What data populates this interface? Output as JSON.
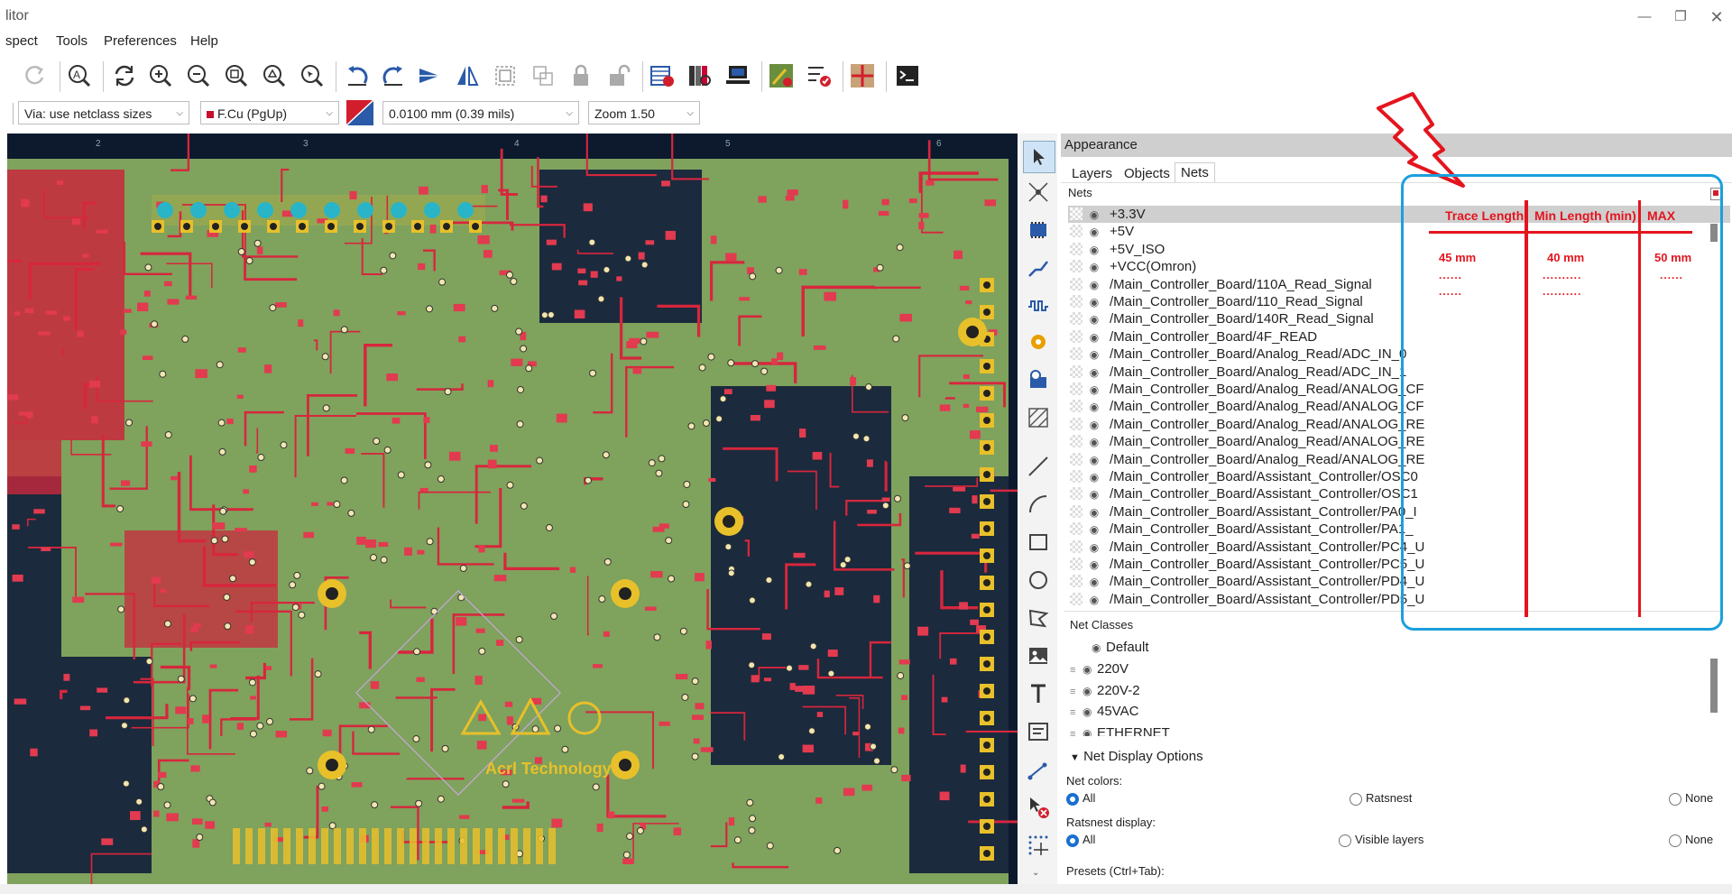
{
  "window": {
    "title": "litor",
    "controls": [
      "minimize-icon",
      "restore-icon",
      "close-icon"
    ]
  },
  "menu": [
    "spect",
    "Tools",
    "Preferences",
    "Help"
  ],
  "combos": {
    "via": "Via: use netclass sizes",
    "layer": "F.Cu (PgUp)",
    "grid": "0.0100 mm (0.39 mils)",
    "zoom": "Zoom 1.50"
  },
  "appearance": {
    "title": "Appearance",
    "tabs": [
      "Layers",
      "Objects",
      "Nets"
    ],
    "active_tab": "Nets",
    "nets_label": "Nets",
    "nets": [
      "+3.3V",
      "+5V",
      "+5V_ISO",
      "+VCC(Omron)",
      "/Main_Controller_Board/110A_Read_Signal",
      "/Main_Controller_Board/110_Read_Signal",
      "/Main_Controller_Board/140R_Read_Signal",
      "/Main_Controller_Board/4F_READ",
      "/Main_Controller_Board/Analog_Read/ADC_IN_0",
      "/Main_Controller_Board/Analog_Read/ADC_IN_1",
      "/Main_Controller_Board/Analog_Read/ANALOG_CF",
      "/Main_Controller_Board/Analog_Read/ANALOG_CF",
      "/Main_Controller_Board/Analog_Read/ANALOG_RE",
      "/Main_Controller_Board/Analog_Read/ANALOG_RE",
      "/Main_Controller_Board/Analog_Read/ANALOG_RE",
      "/Main_Controller_Board/Assistant_Controller/OSC0",
      "/Main_Controller_Board/Assistant_Controller/OSC1",
      "/Main_Controller_Board/Assistant_Controller/PA0_I",
      "/Main_Controller_Board/Assistant_Controller/PA1_",
      "/Main_Controller_Board/Assistant_Controller/PC4_U",
      "/Main_Controller_Board/Assistant_Controller/PC5_U",
      "/Main_Controller_Board/Assistant_Controller/PD4_U",
      "/Main_Controller_Board/Assistant_Controller/PD5_U"
    ],
    "net_classes_label": "Net Classes",
    "net_classes": [
      "Default",
      "220V",
      "220V-2",
      "45VAC",
      "ETHERNET"
    ],
    "display_options_label": "Net Display Options",
    "net_colors_label": "Net colors:",
    "net_colors_options": [
      "All",
      "Ratsnest",
      "None"
    ],
    "ratsnest_label": "Ratsnest display:",
    "ratsnest_options": [
      "All",
      "Visible layers",
      "None"
    ],
    "presets_label": "Presets (Ctrl+Tab):"
  },
  "annotation": {
    "headers": [
      "Trace Length",
      "Min Length (min)",
      "MAX"
    ],
    "values": [
      "45 mm",
      "40 mm",
      "50 mm"
    ],
    "dots": [
      "......",
      "..........",
      "......"
    ]
  },
  "board": {
    "title_text": "Acrl Technology",
    "ruler_ticks": [
      "2",
      "3",
      "4",
      "5",
      "6"
    ]
  },
  "colors": {
    "copper": "#e0243c",
    "substrate": "#7fa25d",
    "pads": "#e8c02a",
    "background": "#0d1a2e",
    "annotation_red": "#e4141e",
    "annotation_blue": "#1aa0dc"
  }
}
